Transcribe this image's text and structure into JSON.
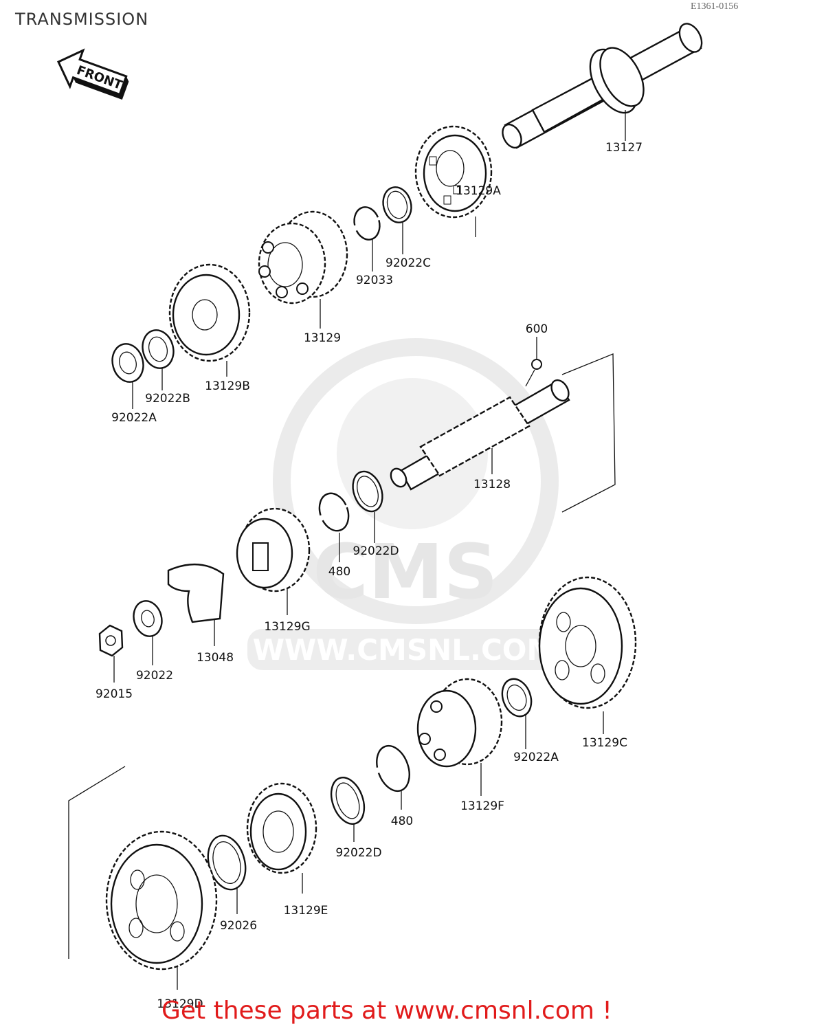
{
  "header": {
    "title": "TRANSMISSION",
    "code": "E1361-0156"
  },
  "front_arrow": {
    "label": "FRONT"
  },
  "watermark": {
    "brand": "CMS",
    "url": "WWW.CMSNL.COM"
  },
  "parts": [
    {
      "id": "13127",
      "name": "13127"
    },
    {
      "id": "13129A",
      "name": "13129A"
    },
    {
      "id": "92022C",
      "name": "92022C"
    },
    {
      "id": "92033",
      "name": "92033"
    },
    {
      "id": "13129",
      "name": "13129"
    },
    {
      "id": "13129B",
      "name": "13129B"
    },
    {
      "id": "92022B",
      "name": "92022B"
    },
    {
      "id": "92022A",
      "name": "92022A"
    },
    {
      "id": "600",
      "name": "600"
    },
    {
      "id": "13128",
      "name": "13128"
    },
    {
      "id": "92022D",
      "name": "92022D"
    },
    {
      "id": "480",
      "name": "480"
    },
    {
      "id": "13129G",
      "name": "13129G"
    },
    {
      "id": "13048",
      "name": "13048"
    },
    {
      "id": "92022",
      "name": "92022"
    },
    {
      "id": "92015",
      "name": "92015"
    },
    {
      "id": "13129C",
      "name": "13129C"
    },
    {
      "id": "92022A_2",
      "name": "92022A"
    },
    {
      "id": "13129F",
      "name": "13129F"
    },
    {
      "id": "480_2",
      "name": "480"
    },
    {
      "id": "92022D_2",
      "name": "92022D"
    },
    {
      "id": "13129E",
      "name": "13129E"
    },
    {
      "id": "92026",
      "name": "92026"
    },
    {
      "id": "13129D",
      "name": "13129D"
    }
  ],
  "footer": {
    "text": "Get these parts at www.cmsnl.com !"
  },
  "colors": {
    "footer": "#e11b1b",
    "lines": "#111111",
    "watermark": "#e6e6e6"
  }
}
